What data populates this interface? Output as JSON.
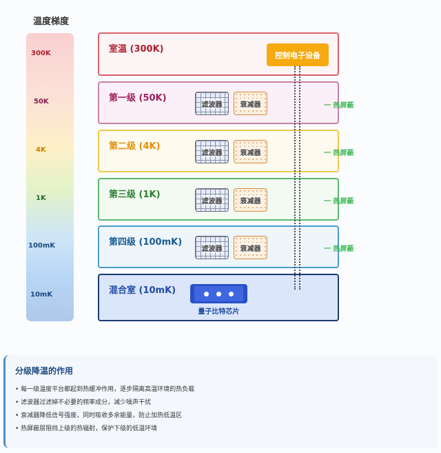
{
  "gradient": {
    "title": "温度梯度",
    "labels": [
      {
        "text": "300K",
        "color": "#b02030"
      },
      {
        "text": "50K",
        "color": "#8a1a50"
      },
      {
        "text": "4K",
        "color": "#d08000"
      },
      {
        "text": "1K",
        "color": "#2a6a2a"
      },
      {
        "text": "100mK",
        "color": "#1a4a80"
      },
      {
        "text": "10mK",
        "color": "#1a4a80"
      }
    ]
  },
  "stages": [
    {
      "title": "室温 (300K)",
      "border": "#d9606a",
      "bg": "#fdf4f5",
      "color": "#b02030"
    },
    {
      "title": "第一级 (50K)",
      "border": "#c880a8",
      "bg": "#fbf0f7",
      "color": "#a01e5e"
    },
    {
      "title": "第二级 (4K)",
      "border": "#f0c84a",
      "bg": "#fefaee",
      "color": "#e0900a"
    },
    {
      "title": "第三级 (1K)",
      "border": "#5cb870",
      "bg": "#f2faf2",
      "color": "#2e7d32"
    },
    {
      "title": "第四级 (100mK)",
      "border": "#4a9ccc",
      "bg": "#eef6fc",
      "color": "#1a5a90"
    },
    {
      "title": "混合室 (10mK)",
      "border": "#1a3a70",
      "bg": "#dbe6fb",
      "color": "#1e4aa0"
    }
  ],
  "filter_label": "滤波器",
  "attenuator_label": "衰减器",
  "shield_label": "一 热屏蔽",
  "control_electronics": "控制电子设备",
  "chip_label": "量子比特芯片",
  "panel": {
    "title": "分级降温的作用",
    "items": [
      "• 每一级温度平台都起到热缓冲作用，逐步隔离高温环境的热负载",
      "• 滤波器过滤掉不必要的频率成分，减少噪声干扰",
      "• 衰减器降低信号强度，同时吸收多余能量，防止加热低温区",
      "• 热屏蔽层阻挡上级的热辐射，保护下级的低温环境"
    ]
  }
}
